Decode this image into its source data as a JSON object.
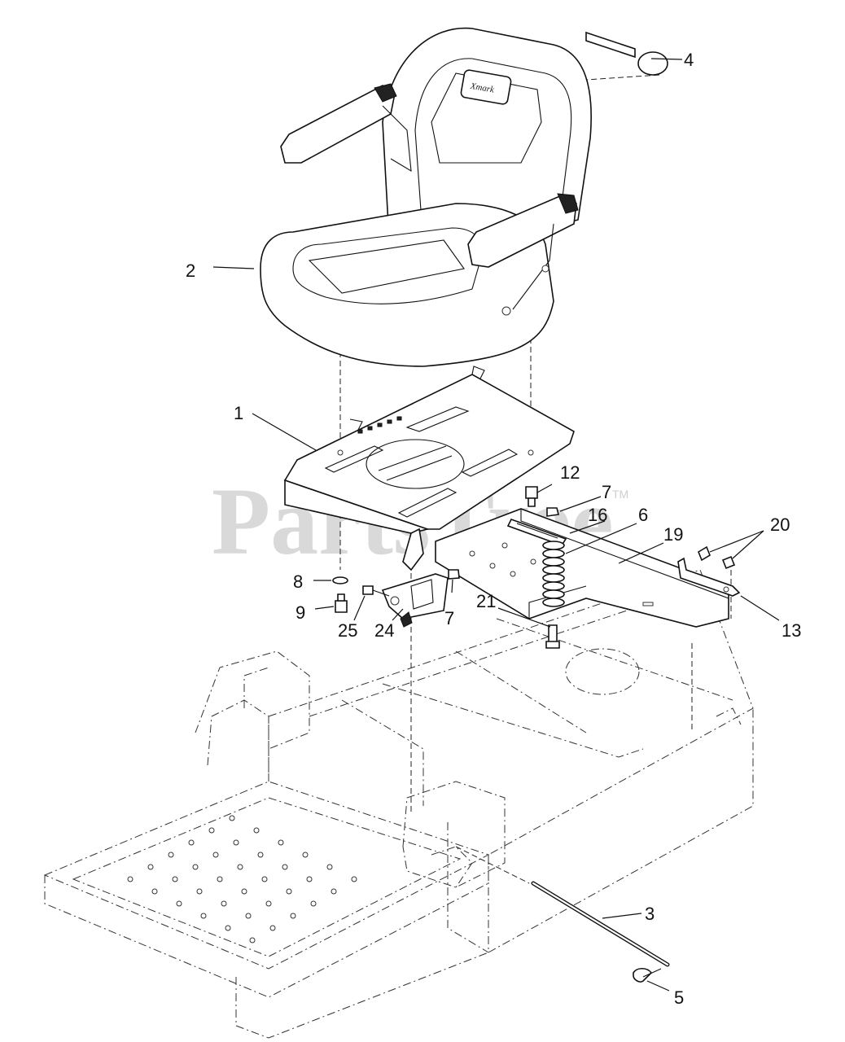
{
  "watermark": {
    "text": "PartsTree",
    "trademark": "TM"
  },
  "seat_logo": "Xmark",
  "callouts": [
    "1",
    "2",
    "3",
    "4",
    "5",
    "6",
    "7",
    "7",
    "8",
    "9",
    "12",
    "13",
    "16",
    "19",
    "20",
    "21",
    "24",
    "25"
  ]
}
